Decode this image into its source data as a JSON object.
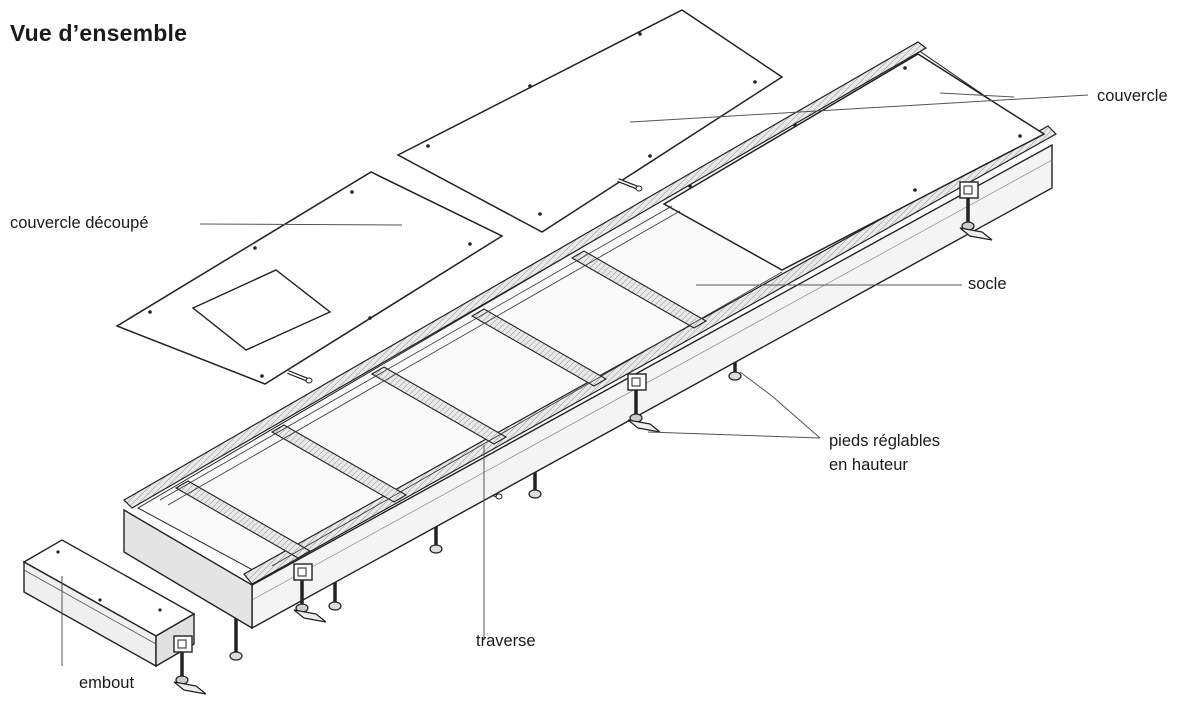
{
  "title": "Vue d’ensemble",
  "labels": {
    "couvercle": "couvercle",
    "couvercle_decoupe": "couvercle découpé",
    "socle": "socle",
    "pieds_line1": "pieds réglables",
    "pieds_line2": "en hauteur",
    "traverse": "traverse",
    "embout": "embout"
  }
}
